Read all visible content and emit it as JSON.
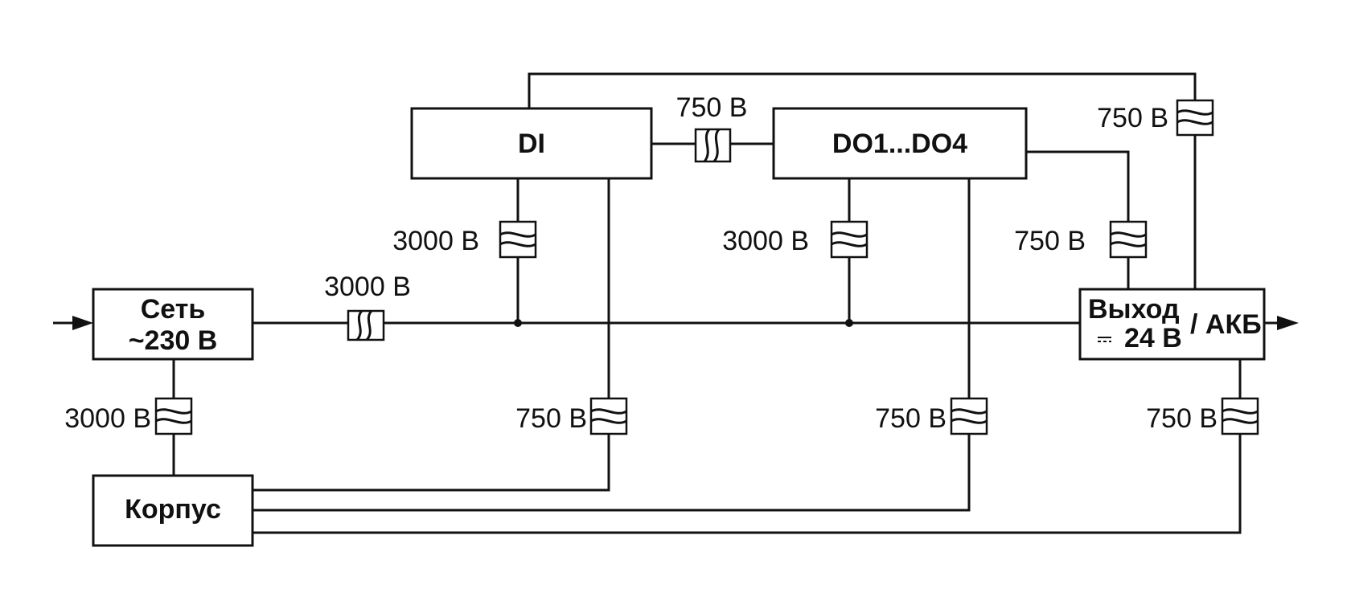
{
  "diagram": {
    "title": "",
    "blocks": {
      "mains": {
        "line1": "Сеть",
        "line2": "~230 В"
      },
      "di": {
        "label": "DI"
      },
      "do": {
        "label": "DO1...DO4"
      },
      "output": {
        "line1": "Выход",
        "line2": "24 В",
        "dc_symbol": "⎓",
        "suffix": "/ АКБ"
      },
      "case": {
        "label": "Корпус"
      }
    },
    "insulation": {
      "mains_to_bus": "3000 В",
      "di_to_bus": "3000 В",
      "do_to_bus": "3000 В",
      "di_to_do": "750 В",
      "do_to_output": "750 В",
      "di_to_output_top": "750 В",
      "mains_to_case": "3000 В",
      "di_to_case": "750 В",
      "do_to_case": "750 В",
      "output_to_case": "750 В"
    },
    "arrows": {
      "input": "input-arrow",
      "output": "output-arrow"
    },
    "colors": {
      "line": "#111111",
      "background": "#ffffff"
    }
  }
}
